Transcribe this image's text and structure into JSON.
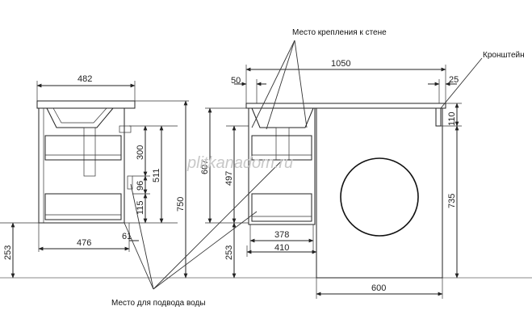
{
  "labels": {
    "wall_mount": "Место крепления к стене",
    "bracket": "Кронштейн",
    "water_supply": "Место для подвода воды"
  },
  "watermark": "plitkanadom.ru",
  "left_view": {
    "width_top": "482",
    "width_bottom": "476",
    "offset": "61",
    "drawer_top_h": "300",
    "drawer_gap": "96",
    "drawer_bottom_h": "115",
    "depth_511": "511",
    "total_750": "750",
    "floor_253": "253"
  },
  "front_view": {
    "total_width": "1050",
    "left_50": "50",
    "right_25": "25",
    "bracket_110": "110",
    "side_607": "607",
    "side_497": "497",
    "floor_253": "253",
    "width_378": "378",
    "width_410": "410",
    "machine_735": "735",
    "machine_600": "600"
  },
  "colors": {
    "line": "#222222",
    "floor": "#888888",
    "watermark": "#c8c8c8"
  }
}
